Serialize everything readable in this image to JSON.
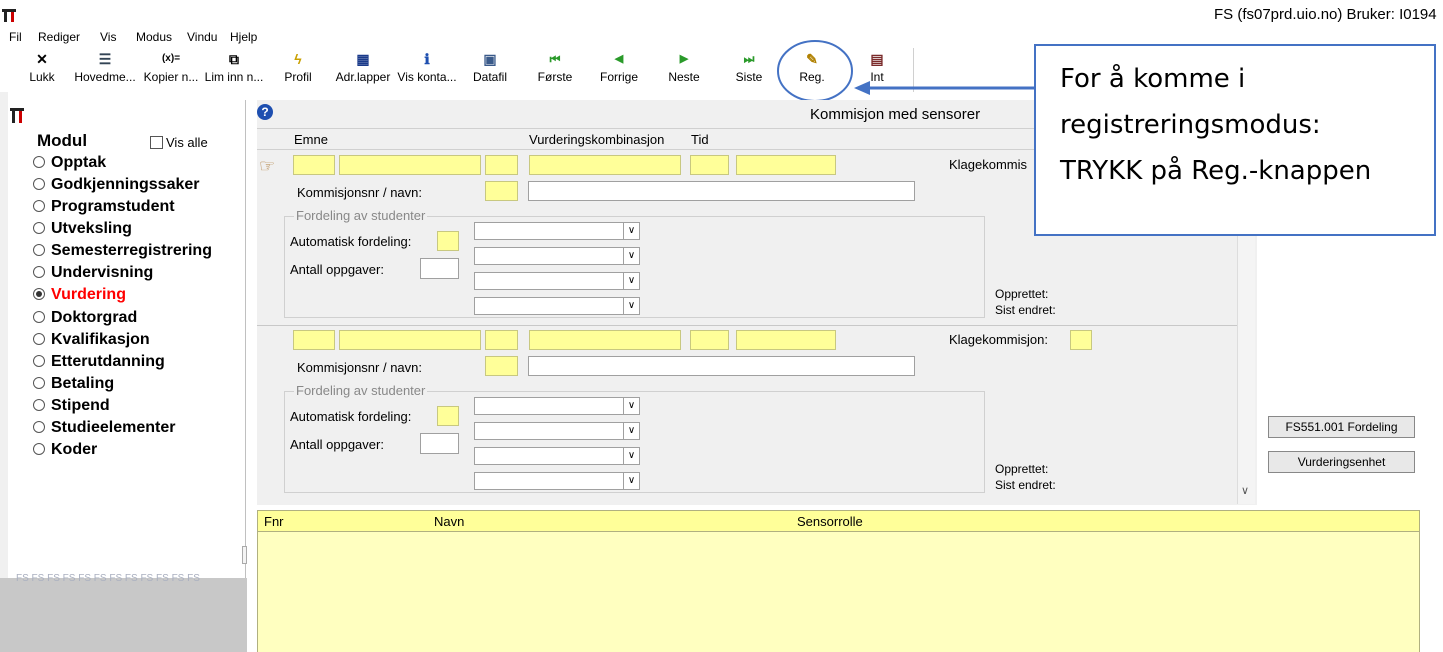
{
  "window": {
    "title": "FS (fs07prd.uio.no) Bruker: I0194"
  },
  "menu": [
    "Fil",
    "Rediger",
    "Vis",
    "Modus",
    "Vindu",
    "Hjelp"
  ],
  "toolbar": [
    {
      "icon": "close-icon",
      "glyph": "✕",
      "label": "Lukk"
    },
    {
      "icon": "main-menu-icon",
      "glyph": "☰",
      "label": "Hovedme..."
    },
    {
      "icon": "copy-icon",
      "glyph": "(x)=",
      "label": "Kopier n..."
    },
    {
      "icon": "paste-icon",
      "glyph": "⧉",
      "label": "Lim inn n..."
    },
    {
      "icon": "profile-icon",
      "glyph": "ϟ",
      "label": "Profil"
    },
    {
      "icon": "address-labels-icon",
      "glyph": "▦",
      "label": "Adr.lapper"
    },
    {
      "icon": "info-icon",
      "glyph": "ℹ",
      "label": "Vis konta..."
    },
    {
      "icon": "save-icon",
      "glyph": "▣",
      "label": "Datafil"
    },
    {
      "icon": "first-icon",
      "glyph": "⏮",
      "label": "Første"
    },
    {
      "icon": "previous-icon",
      "glyph": "◀",
      "label": "Forrige"
    },
    {
      "icon": "next-icon",
      "glyph": "▶",
      "label": "Neste"
    },
    {
      "icon": "last-icon",
      "glyph": "⏭",
      "label": "Siste"
    },
    {
      "icon": "register-icon",
      "glyph": "✎",
      "label": "Reg."
    },
    {
      "icon": "form-icon",
      "glyph": "▤",
      "label": "Int"
    }
  ],
  "modules": {
    "header": "Modul",
    "show_all_label": "Vis alle",
    "items": [
      "Opptak",
      "Godkjenningssaker",
      "Programstudent",
      "Utveksling",
      "Semesterregistrering",
      "Undervisning",
      "Vurdering",
      "Doktorgrad",
      "Kvalifikasjon",
      "Etterutdanning",
      "Betaling",
      "Stipend",
      "Studieelementer",
      "Koder"
    ],
    "selected": "Vurdering",
    "selected_color": "#ff0000",
    "footer_text": "FS FS FS FS FS FS FS FS FS FS FS FS"
  },
  "form": {
    "title": "Kommisjon med sensorer",
    "col_headers": {
      "emne": "Emne",
      "vurdkomb": "Vurderingskombinasjon",
      "tid": "Tid"
    },
    "klage_label_1": "Klagekommis",
    "klage_label_2": "Klagekommisjon:",
    "kommisjon_label": "Kommisjonsnr / navn:",
    "fordeling_group": "Fordeling av studenter",
    "auto_label": "Automatisk fordeling:",
    "antall_label": "Antall oppgaver:",
    "opprettet_label": "Opprettet:",
    "sist_endret_label": "Sist endret:"
  },
  "right_buttons": {
    "fordeling": "FS551.001 Fordeling",
    "vurderingsenhet": "Vurderingsenhet"
  },
  "table": {
    "headers": [
      "Fnr",
      "Navn",
      "Sensorrolle"
    ]
  },
  "callout": {
    "lines": [
      "For å komme i",
      "registreringsmodus:",
      "TRYKK på Reg.-knappen"
    ],
    "border_color": "#4472c4",
    "arrow_color": "#4472c4"
  }
}
